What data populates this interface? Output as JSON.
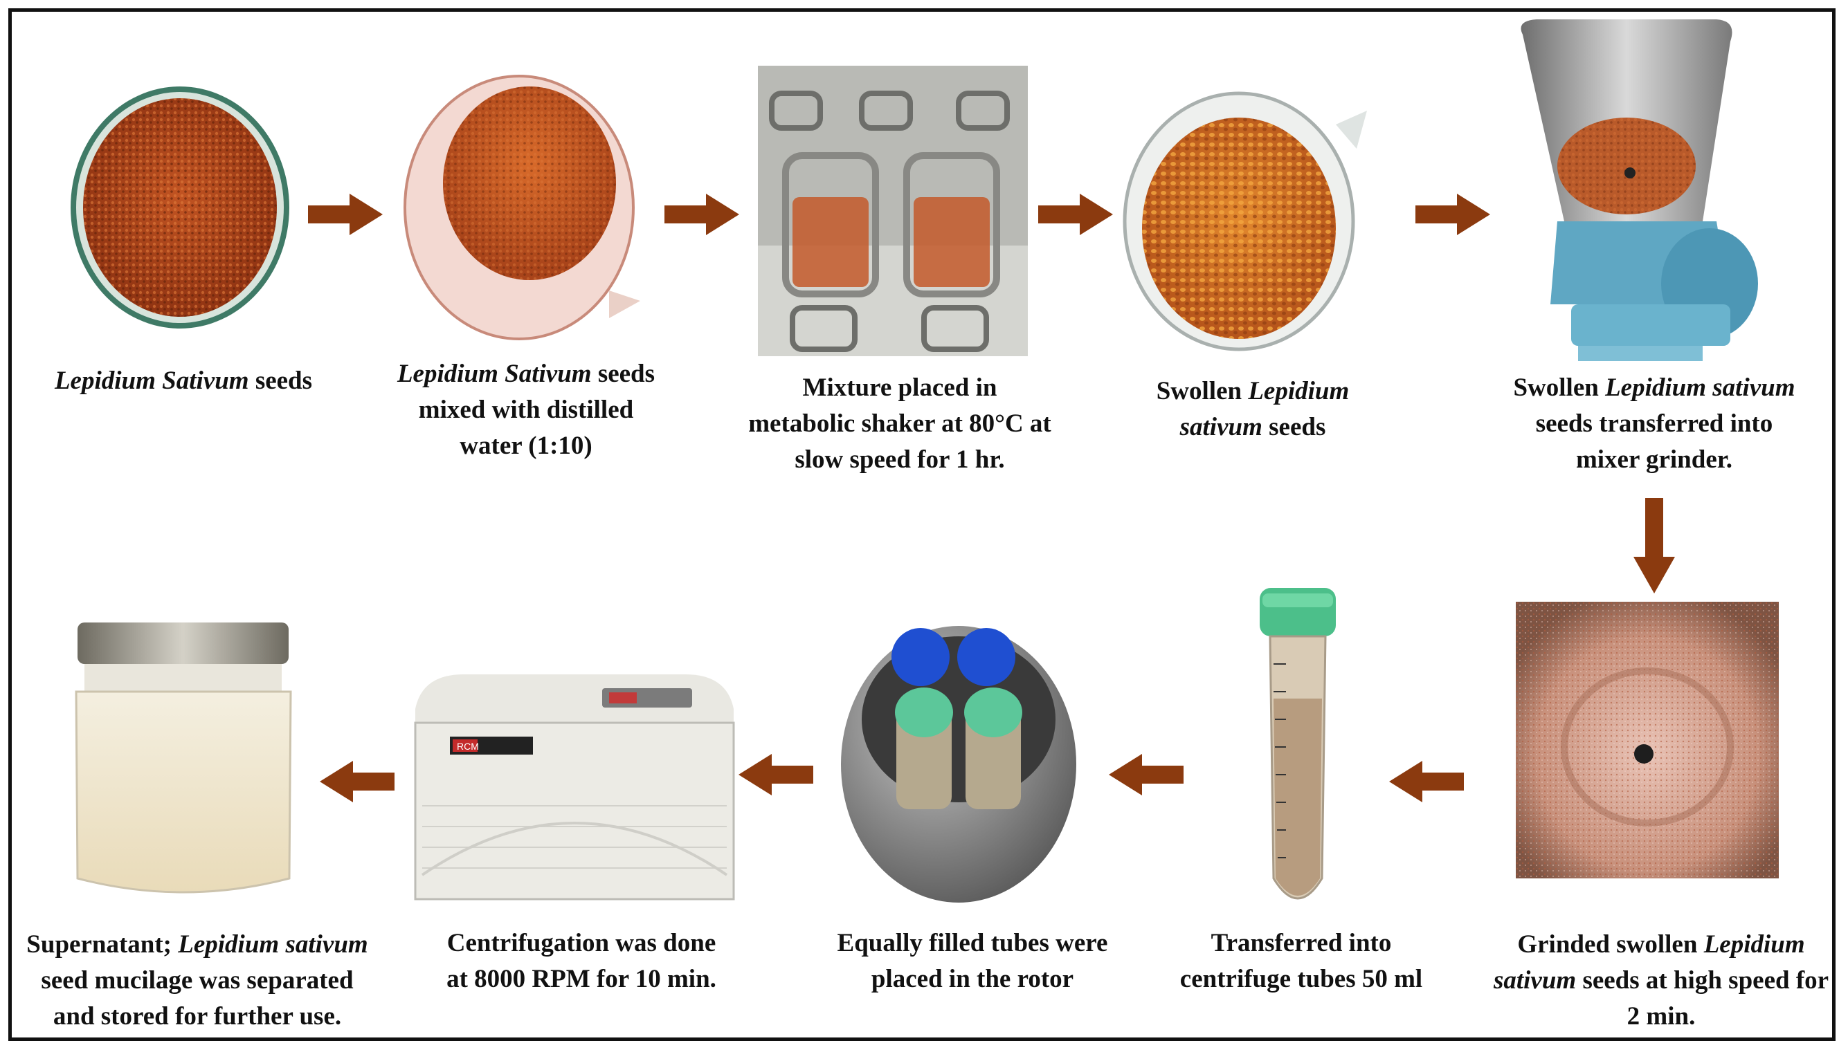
{
  "steps": [
    {
      "pre": "",
      "italic": "Lepidium Sativum",
      "post": " seeds",
      "line2": "",
      "line3": ""
    },
    {
      "pre": "",
      "italic": "Lepidium Sativum",
      "post": " seeds",
      "line2": "mixed with distilled",
      "line3": "water (1:10)"
    },
    {
      "pre": "Mixture placed in",
      "italic": "",
      "post": "",
      "line2": "metabolic shaker at 80°C at",
      "line3": "slow speed for 1 hr."
    },
    {
      "pre": "Swollen ",
      "italic": "Lepidium",
      "post": "",
      "line2_italic": "sativum",
      "line2": " seeds",
      "line3": ""
    },
    {
      "pre": "Swollen ",
      "italic": "Lepidium sativum",
      "post": "",
      "line2": "seeds transferred into",
      "line3": "mixer grinder."
    },
    {
      "pre": "Grinded swollen ",
      "italic": "Lepidium",
      "post": "",
      "line2_italic": "sativum",
      "line2": " seeds at high speed for",
      "line3": "2 min."
    },
    {
      "pre": "Transferred into",
      "italic": "",
      "post": "",
      "line2": "centrifuge tubes 50 ml",
      "line3": ""
    },
    {
      "pre": "Equally filled tubes were",
      "italic": "",
      "post": "",
      "line2": "placed in the rotor",
      "line3": ""
    },
    {
      "pre": "Centrifugation was done",
      "italic": "",
      "post": "",
      "line2": "at 8000 RPM for 10 min.",
      "line3": ""
    },
    {
      "pre": "Supernatant; ",
      "italic": "Lepidium sativum",
      "post": "",
      "line2": "seed mucilage was separated",
      "line3": "and stored for further use."
    }
  ],
  "centrifuge_display": "RCM",
  "colors": {
    "arrow": "#8b3a0f",
    "seed": "#b4461c",
    "tube_cap": "#5cc79a",
    "rotor_cap_blue": "#1f4fd1"
  }
}
